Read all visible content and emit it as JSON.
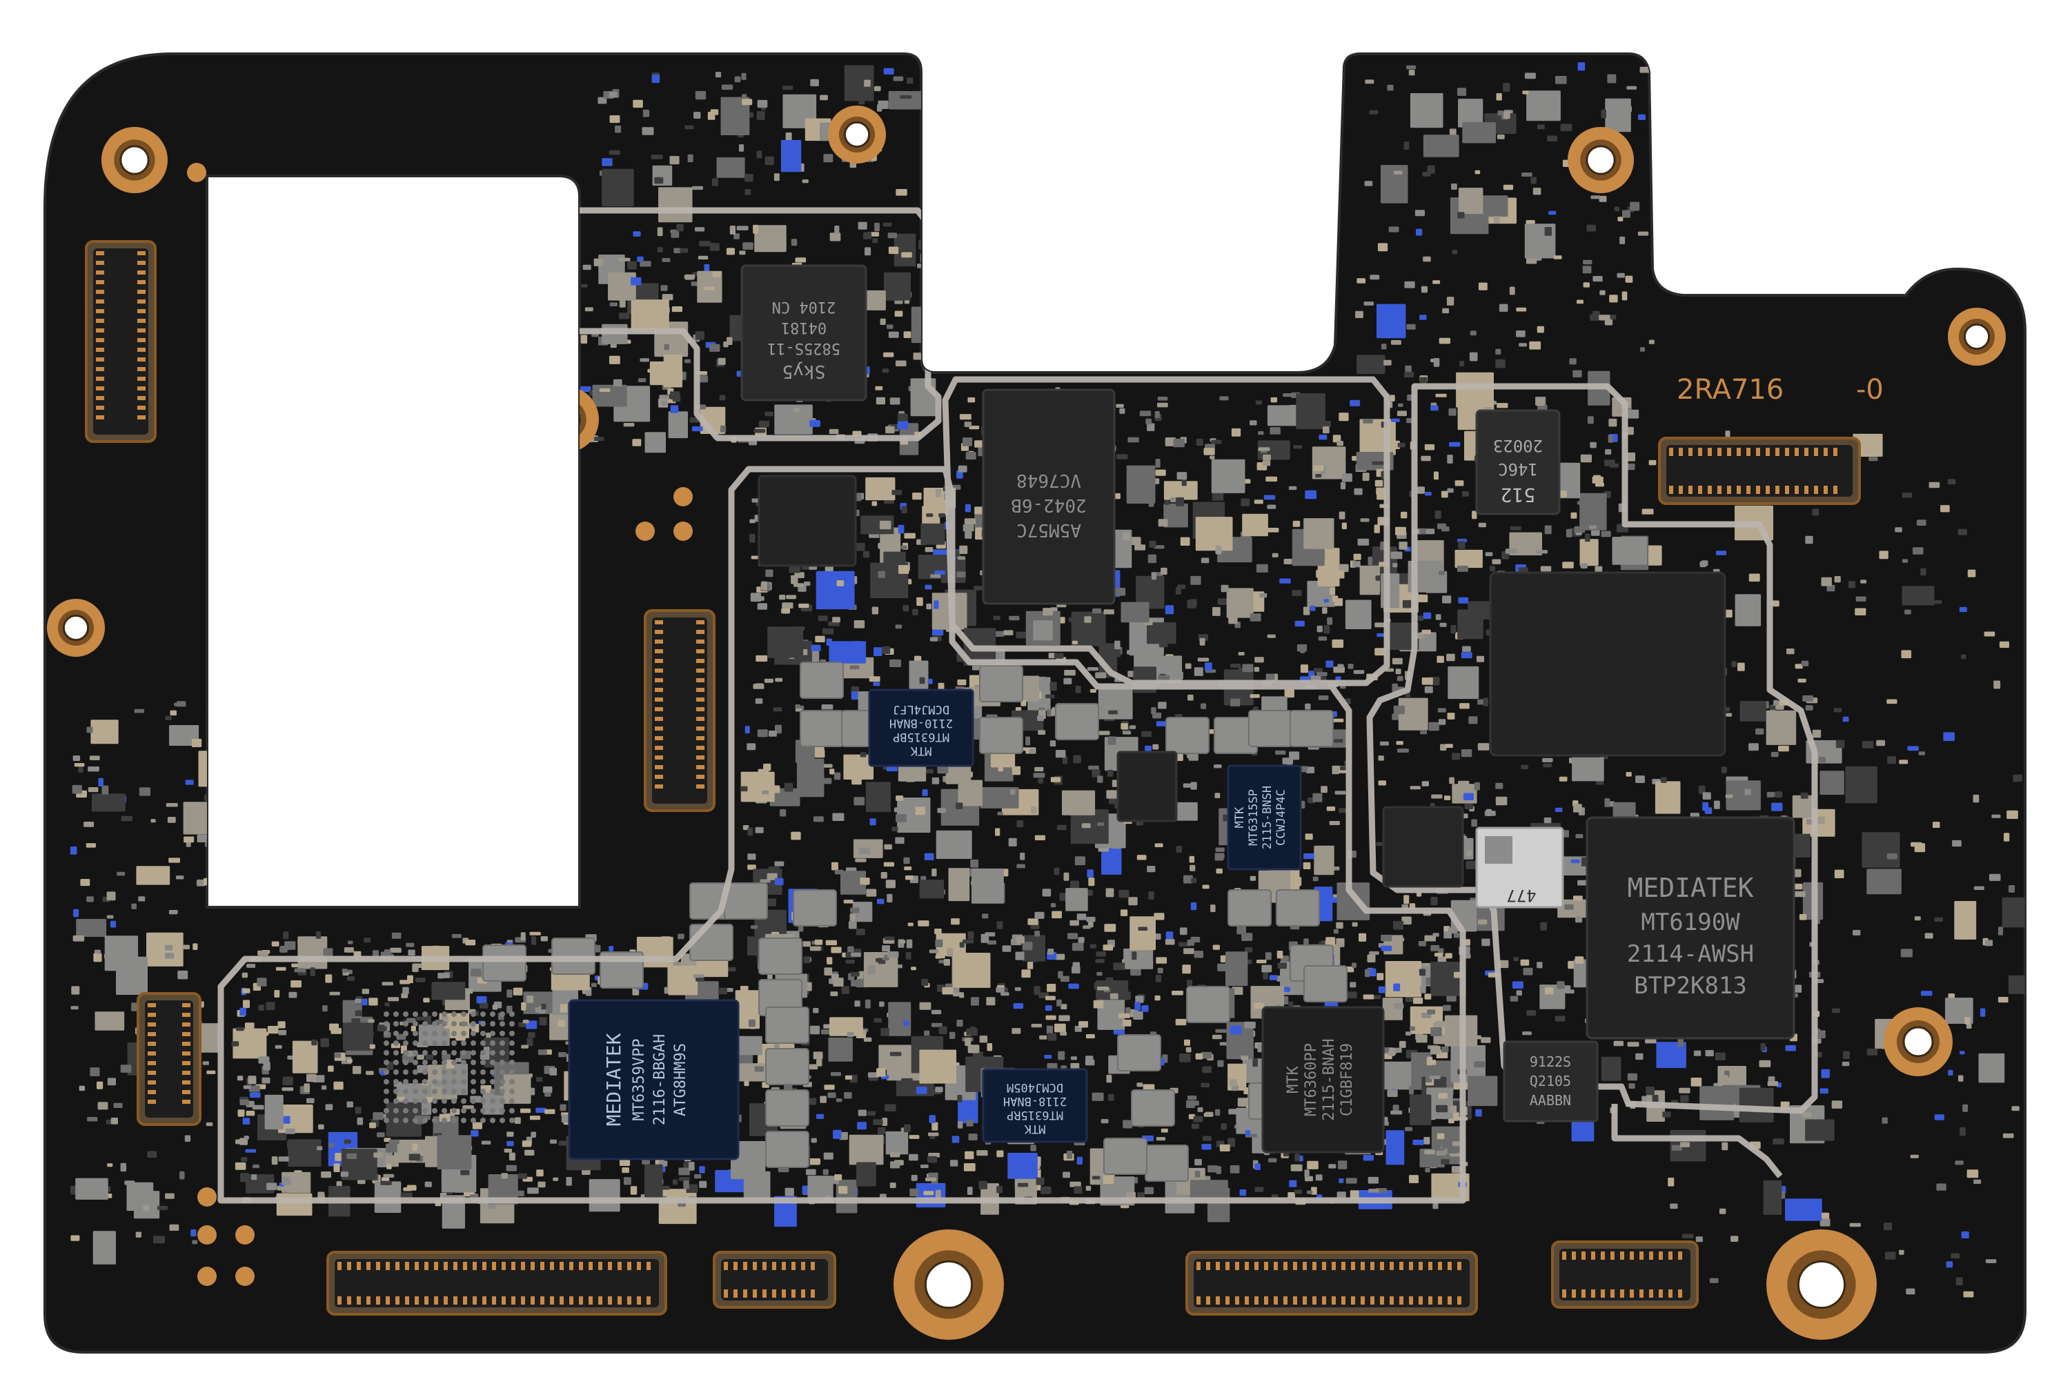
{
  "board": {
    "silkscreen_id": "2RA716",
    "silkscreen_rev": "-0",
    "colors": {
      "substrate": "#141414",
      "substrate_edge": "#222222",
      "gold": "#c98a45",
      "gold_dark": "#8a5a25",
      "shield": "#b8b3ad",
      "chip": "#2a2a2a",
      "chip_label": "#9a9a9a",
      "mtk_chip": "#0f1a33",
      "mtk_label": "#b7c3dd",
      "cap_gray": "#8a8a88",
      "cap_tan": "#b7a98f",
      "smd_blue": "#3a5bd9"
    }
  },
  "chips": {
    "sky": {
      "l1": "Sky5",
      "l2": "5825S-11",
      "l3": "04181",
      "l4": "2104 CN"
    },
    "mem": {
      "l1": "A5M57C",
      "l2": "2042-6B",
      "l3": "VC7648"
    },
    "sensor": {
      "l1": "512",
      "l2": "146C",
      "l3": "20023"
    },
    "pmic_a": {
      "l1": "MTK",
      "l2": "MT6315BP",
      "l3": "2110-BNAH",
      "l4": "DCMJ4LFJ"
    },
    "pmic_b": {
      "l1": "MTK",
      "l2": "MT6315SP",
      "l3": "2115-BNSH",
      "l4": "CCWJ4P4C"
    },
    "pmic_c": {
      "l1": "MTK",
      "l2": "MT6315RP",
      "l3": "2118-BNAH",
      "l4": "DCMJ405M"
    },
    "pmic_d": {
      "l1": "MTK",
      "l2": "MT6360PP",
      "l3": "2115-BNAH",
      "l4": "C1GBF819"
    },
    "pmu": {
      "l1": "MEDIATEK",
      "l2": "MT6359VPP",
      "l3": "2116-BBGAH",
      "l4": "ATG8HM9S"
    },
    "modem": {
      "l1": "MEDIATEK",
      "l2": "MT6190W",
      "l3": "2114-AWSH",
      "l4": "BTP2K813"
    },
    "rf": {
      "l1": "9122S",
      "l2": "Q2105",
      "l3": "AABBN"
    },
    "small": {
      "l1": "477"
    }
  }
}
